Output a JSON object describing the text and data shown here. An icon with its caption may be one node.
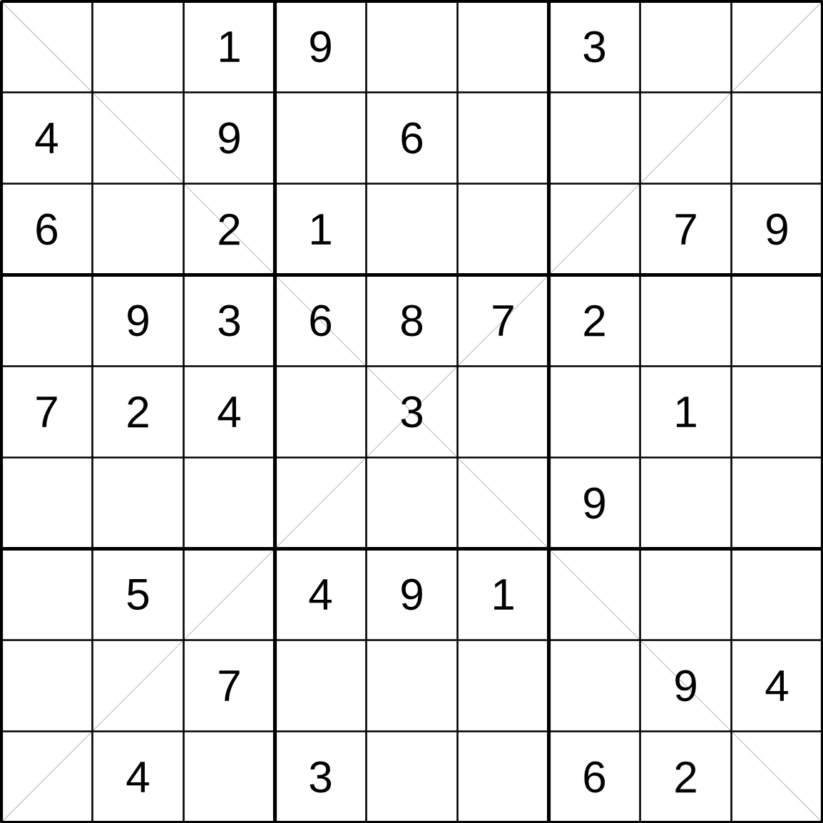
{
  "diagram": {
    "labels": [
      "1",
      "9",
      "3",
      "4",
      "9",
      "6",
      "6",
      "2",
      "1",
      "7",
      "9",
      "9",
      "3",
      "6",
      "8",
      "7",
      "2",
      "7",
      "2",
      "4",
      "3",
      "1",
      "9",
      "5",
      "4",
      "9",
      "1",
      "7",
      "9",
      "4",
      "4",
      "3",
      "6",
      "2"
    ]
  }
}
